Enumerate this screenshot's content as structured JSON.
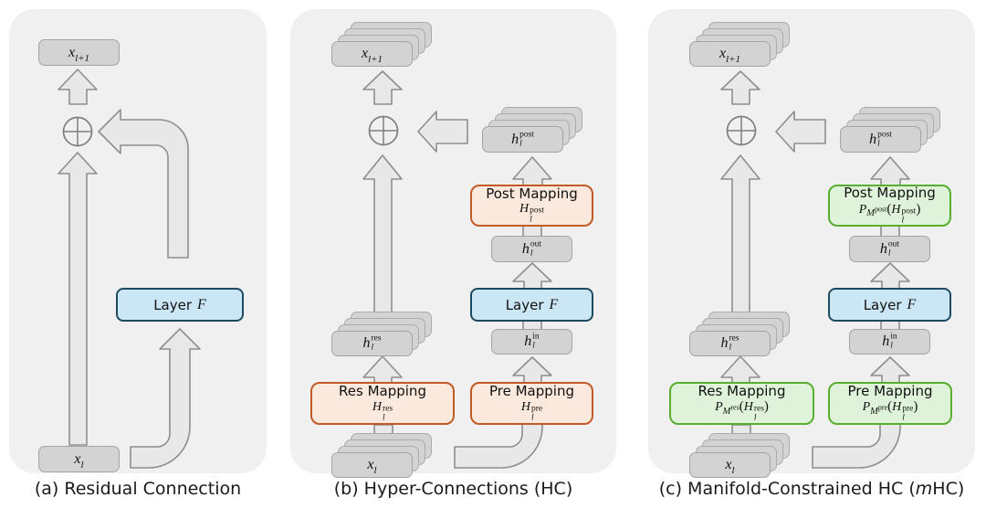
{
  "colors": {
    "panel_bg": "#f0f0f0",
    "gray_box_fill": "#d3d3d3",
    "gray_box_border": "#a4a4a4",
    "arrow_fill": "#e8e8e8",
    "arrow_stroke": "#8e8e8e",
    "layer_box_fill": "#cbe7f6",
    "layer_box_border": "#1d4a60",
    "hc_mapping_fill": "#fbe9dd",
    "hc_mapping_border": "#c25a28",
    "mhc_mapping_fill": "#def3d9",
    "mhc_mapping_border": "#57ae2f",
    "text": "#111111"
  },
  "icons": {
    "merge": "circled-plus",
    "flow": "fat-arrow"
  },
  "a": {
    "caption": "(a) Residual Connection",
    "x_out_base": "x",
    "x_out_sub": "l+1",
    "x_in_base": "x",
    "x_in_sub": "l",
    "layer_label": "Layer",
    "layer_f": "F"
  },
  "b": {
    "caption": "(b) Hyper-Connections (HC)",
    "x_out_base": "x",
    "x_out_sub": "l+1",
    "x_in_base": "x",
    "x_in_sub": "l",
    "h_res_base": "h",
    "h_res_sub": "l",
    "h_res_sup": "res",
    "h_in_base": "h",
    "h_in_sub": "l",
    "h_in_sup": "in",
    "h_out_base": "h",
    "h_out_sub": "l",
    "h_out_sup": "out",
    "h_post_base": "h",
    "h_post_sub": "l",
    "h_post_sup": "post",
    "layer_label": "Layer",
    "layer_f": "F",
    "res_title": "Res Mapping",
    "res_h": "H",
    "res_h_sub": "l",
    "res_h_sup": "res",
    "pre_title": "Pre Mapping",
    "pre_h": "H",
    "pre_h_sub": "l",
    "pre_h_sup": "pre",
    "post_title": "Post Mapping",
    "post_h": "H",
    "post_h_sub": "l",
    "post_h_sup": "post"
  },
  "c": {
    "caption_prefix": "(c) Manifold-Constrained HC (",
    "caption_m": "m",
    "caption_suffix": "HC)",
    "x_out_base": "x",
    "x_out_sub": "l+1",
    "x_in_base": "x",
    "x_in_sub": "l",
    "h_res_base": "h",
    "h_res_sub": "l",
    "h_res_sup": "res",
    "h_in_base": "h",
    "h_in_sub": "l",
    "h_in_sup": "in",
    "h_out_base": "h",
    "h_out_sub": "l",
    "h_out_sup": "out",
    "h_post_base": "h",
    "h_post_sub": "l",
    "h_post_sup": "post",
    "layer_label": "Layer",
    "layer_f": "F",
    "res_title": "Res Mapping",
    "res_p": "P",
    "res_pm": "M",
    "res_pm_sup": "res",
    "res_open": "(",
    "res_h": "H",
    "res_h_sub": "l",
    "res_h_sup": "res",
    "res_close": ")",
    "pre_title": "Pre Mapping",
    "pre_p": "P",
    "pre_pm": "M",
    "pre_pm_sup": "pre",
    "pre_open": "(",
    "pre_h": "H",
    "pre_h_sub": "l",
    "pre_h_sup": "pre",
    "pre_close": ")",
    "post_title": "Post Mapping",
    "post_p": "P",
    "post_pm": "M",
    "post_pm_sup": "post",
    "post_open": "(",
    "post_h": "H",
    "post_h_sub": "l",
    "post_h_sup": "post",
    "post_close": ")"
  }
}
